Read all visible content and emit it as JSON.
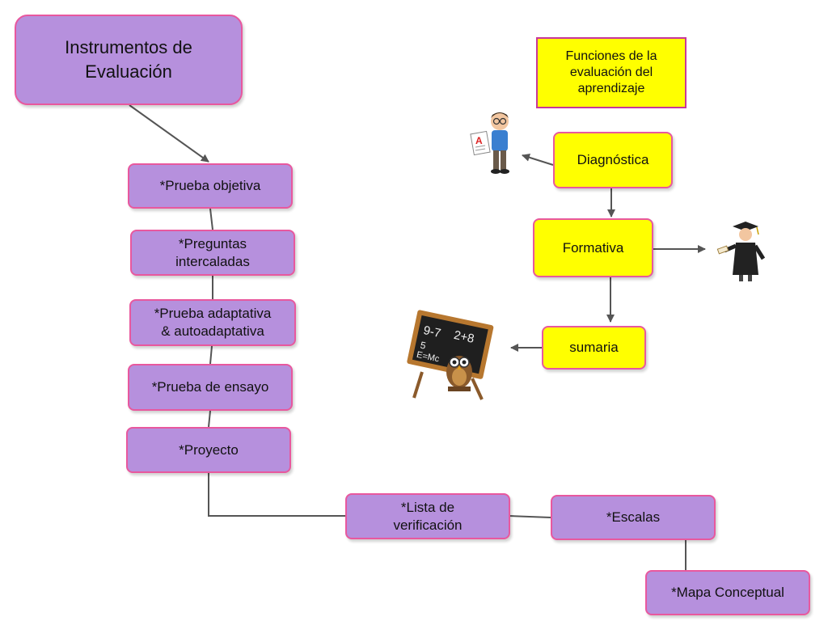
{
  "instrumentos": {
    "title": "Instrumentos de\nEvaluación",
    "items": [
      "*Prueba objetiva",
      "*Preguntas\nintercaladas",
      "*Prueba adaptativa\n& autoadaptativa",
      "*Prueba de ensayo",
      "*Proyecto",
      "*Lista de\nverificación",
      "*Escalas",
      "*Mapa Conceptual"
    ]
  },
  "funciones": {
    "title": "Funciones de la\nevaluación del\naprendizaje",
    "items": [
      "Diagnóstica",
      "Formativa",
      "sumaria"
    ]
  },
  "colors": {
    "purple_fill": "#b690dd",
    "yellow_fill": "#ffff00",
    "border_pink": "#e8589e",
    "connector": "#555555"
  },
  "icons": [
    "student-exam-clipart",
    "graduate-clipart",
    "chalkboard-owl-clipart"
  ]
}
